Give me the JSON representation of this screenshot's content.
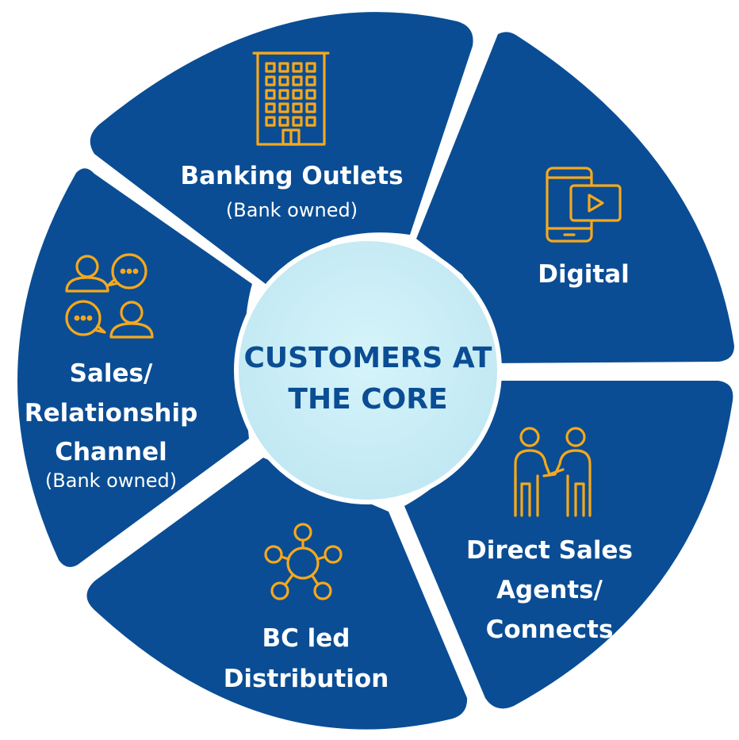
{
  "colors": {
    "segment": "#0a4d94",
    "icon": "#f6a81c",
    "core_fill": "#c9eef7",
    "core_text": "#0a4d94",
    "text": "#ffffff"
  },
  "core": {
    "line1": "CUSTOMERS AT",
    "line2": "THE CORE"
  },
  "segments": {
    "banking": {
      "icon": "building-icon",
      "title": "Banking Outlets",
      "subtitle": "(Bank owned)"
    },
    "digital": {
      "icon": "mobile-video-icon",
      "title": "Digital"
    },
    "direct": {
      "icon": "handshake-icon",
      "title_line1": "Direct Sales",
      "title_line2": "Agents/",
      "title_line3": "Connects"
    },
    "bc": {
      "icon": "network-hub-icon",
      "title_line1": "BC led",
      "title_line2": "Distribution"
    },
    "sales": {
      "icon": "conversation-icon",
      "title_line1": "Sales/",
      "title_line2": "Relationship",
      "title_line3": "Channel",
      "subtitle": "(Bank owned)"
    }
  }
}
